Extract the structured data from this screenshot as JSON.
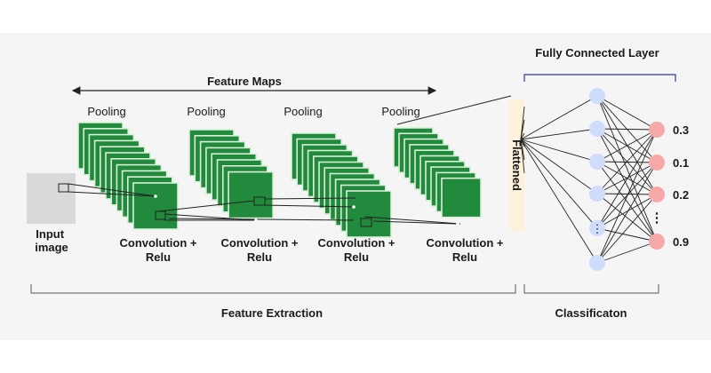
{
  "diagram": {
    "feature_maps_label": "Feature Maps",
    "fully_connected_label": "Fully Connected Layer",
    "flattened_label": "Flattened",
    "input_label": [
      "Input",
      "image"
    ],
    "stages": [
      {
        "pooling_label": "Pooling",
        "conv_label": [
          "Convolution +",
          "Relu"
        ]
      },
      {
        "pooling_label": "Pooling",
        "conv_label": [
          "Convolution +",
          "Relu"
        ]
      },
      {
        "pooling_label": "Pooling",
        "conv_label": [
          "Convolution +",
          "Relu"
        ]
      },
      {
        "pooling_label": "Pooling",
        "conv_label": [
          "Convolution +",
          "Relu"
        ]
      }
    ],
    "outputs": [
      "0.3",
      "0.1",
      "0.2",
      "0.9"
    ],
    "feature_extraction_label": "Feature Extraction",
    "classification_label": "Classificaton",
    "colors": {
      "map_dark": "#218a3c",
      "map_light": "#d9efd9",
      "hidden_node": "#cfdcfb",
      "output_node": "#f7a8a8",
      "flattened_bar": "#fdf1db",
      "brace_blue": "#2e3a8c",
      "input_gray": "#d9d9d9"
    }
  }
}
